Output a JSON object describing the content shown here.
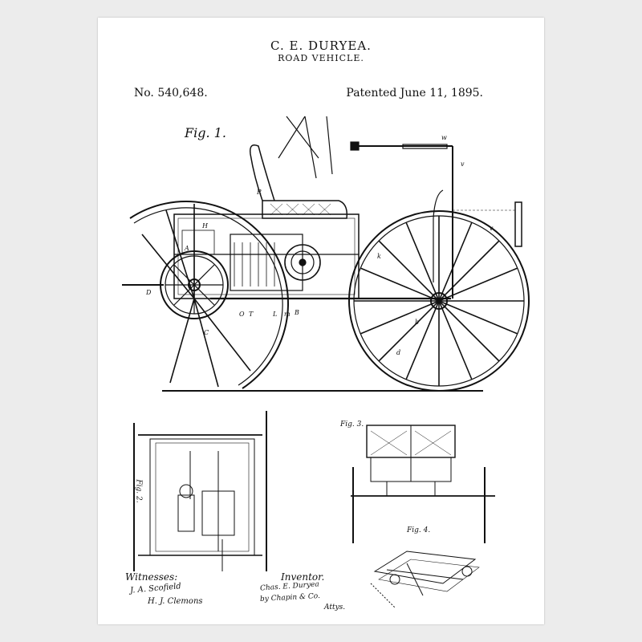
{
  "header": {
    "inventor_name": "C. E. DURYEA.",
    "title": "ROAD VEHICLE.",
    "patent_number": "No. 540,648.",
    "patent_date": "Patented June 11, 1895."
  },
  "figures": {
    "fig1": "Fig. 1.",
    "fig2": "Fig. 2.",
    "fig3": "Fig. 3.",
    "fig4": "Fig. 4."
  },
  "signatures": {
    "witnesses_label": "Witnesses:",
    "inventor_label": "Inventor.",
    "witness_1": "J. A. Scofield",
    "witness_2": "H. J. Clemons",
    "inventor_sig": "Chas. E. Duryea",
    "attorney_sig": "by Chapin & Co.",
    "attys": "Attys."
  },
  "colors": {
    "ink": "#111111",
    "paper": "#ffffff",
    "background": "#ececec"
  }
}
